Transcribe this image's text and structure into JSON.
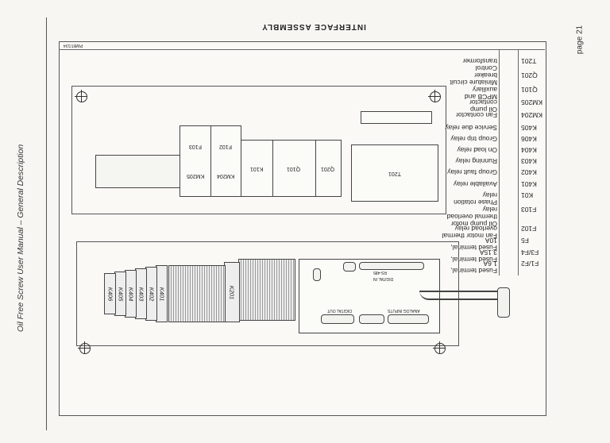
{
  "header": {
    "side_title": "Oil Free Screw User Manual – General Description",
    "page_number": "page 21"
  },
  "figure": {
    "heading": "INTERFACE ASSEMBLY",
    "sheet_code": "PWBT/134",
    "legend": [
      {
        "code": "T201",
        "desc": "Control transformer"
      },
      {
        "code": "Q201",
        "desc": "Miniature circuit breaker"
      },
      {
        "code": "Q101",
        "desc": "MPCB and auxiliary"
      },
      {
        "code": "KM205",
        "desc": "Oil pump contactor"
      },
      {
        "code": "KM204",
        "desc": "Fan contactor"
      },
      {
        "code": "K405",
        "desc": "Service due relay"
      },
      {
        "code": "K406",
        "desc": "Group trip relay"
      },
      {
        "code": "K404",
        "desc": "On load relay"
      },
      {
        "code": "K403",
        "desc": "Running relay"
      },
      {
        "code": "K402",
        "desc": "Group fault relay"
      },
      {
        "code": "K401",
        "desc": "Available relay"
      },
      {
        "code": "K01",
        "desc": "Phase rotation relay"
      },
      {
        "code": "F103",
        "desc": "Oil pump motor thermal overload relay"
      },
      {
        "code": "F102",
        "desc": "Fan motor thermal overload relay"
      },
      {
        "code": "F5",
        "desc": "Fused terminal, 10A"
      },
      {
        "code": "F3/F4",
        "desc": "Fused terminal, 3.15A"
      },
      {
        "code": "F1/F2",
        "desc": "Fused terminal, 1.6A"
      }
    ],
    "upper_components": [
      "T201",
      "Q201",
      "Q101",
      "K101",
      "KM204",
      "KM205"
    ],
    "overload_labels": [
      "F102",
      "F103"
    ],
    "pcb_labels": {
      "digital_in": "DIGITAL IN",
      "rs485": "RS-485",
      "analog_inputs": "ANALOG INPUTS",
      "digital_out": "DIGITAL OUT"
    },
    "relays": [
      "K401",
      "K402",
      "K403",
      "K404",
      "K405",
      "K406"
    ],
    "k201_label": "K201"
  }
}
